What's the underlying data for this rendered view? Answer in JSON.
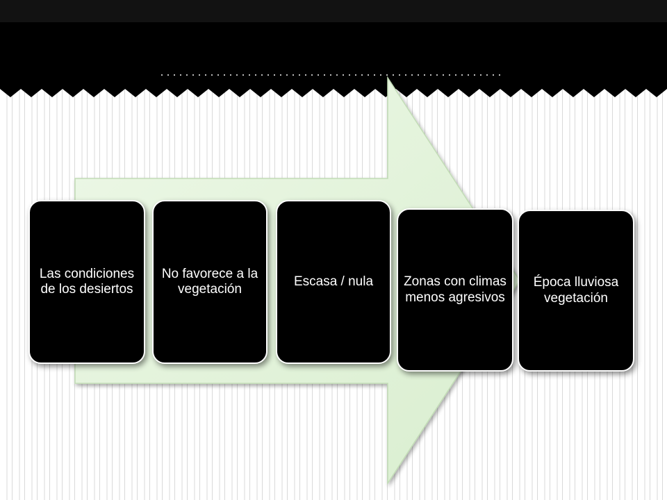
{
  "slide": {
    "title": "",
    "steps": [
      {
        "label": "Las condiciones de los desiertos"
      },
      {
        "label": "No favorece  a la vegetación"
      },
      {
        "label": "Escasa / nula"
      },
      {
        "label": "Zonas con climas menos agresivos"
      },
      {
        "label": "Época lluviosa vegetación"
      }
    ]
  },
  "colors": {
    "header": "#000000",
    "arrow_fill": "#e3f3dc",
    "step_fill": "#000000",
    "step_text": "#ffffff"
  }
}
